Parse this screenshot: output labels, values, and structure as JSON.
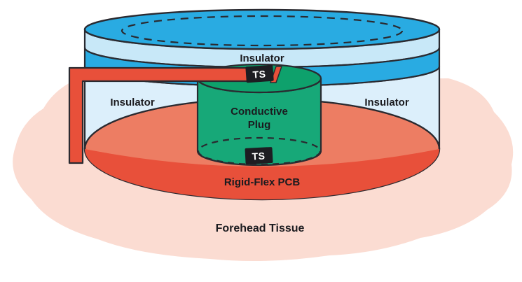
{
  "figure": {
    "labels": {
      "insulator_top": "Insulator",
      "insulator_left": "Insulator",
      "insulator_right": "Insulator",
      "conductive_plug_line1": "Conductive",
      "conductive_plug_line2": "Plug",
      "ts_top": "TS",
      "ts_bottom": "TS",
      "rigid_flex_pcb": "Rigid-Flex PCB",
      "forehead_tissue": "Forehead Tissue"
    },
    "colors": {
      "top_disc_blue": "#29abe2",
      "rim_strip_blue": "#c8e8f8",
      "wall_light_blue": "#dceffb",
      "plug_green_top": "#0ea16c",
      "plug_green_front": "#17a878",
      "red_orange": "#e8503a",
      "pcb_salmon": "#ed7d63",
      "tissue_pink": "#fbdcd2",
      "outline_dark": "#2a2a30",
      "badge_black": "#1d1d22",
      "badge_text_white": "#ffffff",
      "label_dark": "#1b1b1f"
    }
  }
}
